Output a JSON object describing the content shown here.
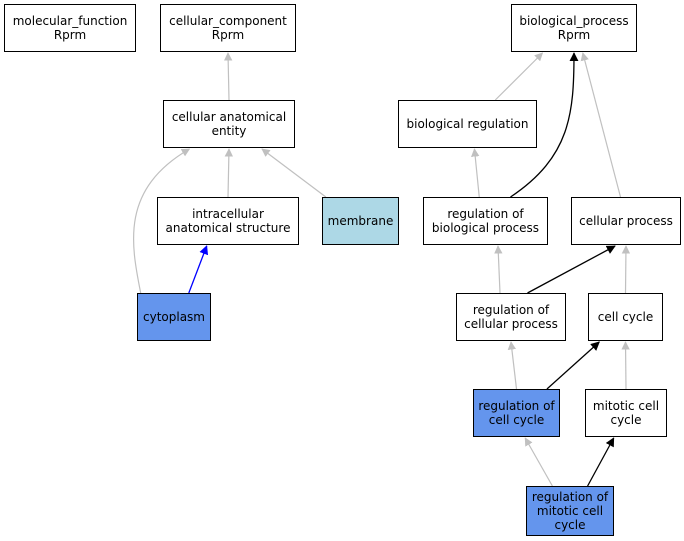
{
  "colors": {
    "node_default": "#ffffff",
    "node_highlight": "#6495ed",
    "node_light": "#add8e6",
    "edge_gray": "#c0c0c0",
    "edge_black": "#000000",
    "edge_blue": "#0000ff"
  },
  "nodes": {
    "molecular_function": {
      "label": "molecular_function\nRprm",
      "fill": "default"
    },
    "cellular_component": {
      "label": "cellular_component\nRprm",
      "fill": "default"
    },
    "biological_process": {
      "label": "biological_process\nRprm",
      "fill": "default"
    },
    "cellular_anatomical_entity": {
      "label": "cellular anatomical\nentity",
      "fill": "default"
    },
    "biological_regulation": {
      "label": "biological regulation",
      "fill": "default"
    },
    "intracellular_anatomical_structure": {
      "label": "intracellular\nanatomical structure",
      "fill": "default"
    },
    "membrane": {
      "label": "membrane",
      "fill": "light"
    },
    "regulation_of_biological_process": {
      "label": "regulation of\nbiological process",
      "fill": "default"
    },
    "cellular_process": {
      "label": "cellular process",
      "fill": "default"
    },
    "cytoplasm": {
      "label": "cytoplasm",
      "fill": "highlight"
    },
    "regulation_of_cellular_process": {
      "label": "regulation of\ncellular process",
      "fill": "default"
    },
    "cell_cycle": {
      "label": "cell cycle",
      "fill": "default"
    },
    "regulation_of_cell_cycle": {
      "label": "regulation of\ncell cycle",
      "fill": "highlight"
    },
    "mitotic_cell_cycle": {
      "label": "mitotic cell\ncycle",
      "fill": "default"
    },
    "regulation_of_mitotic_cell_cycle": {
      "label": "regulation of\nmitotic cell\ncycle",
      "fill": "highlight"
    }
  },
  "edges": [
    {
      "from": "cellular_anatomical_entity",
      "to": "cellular_component",
      "color": "gray"
    },
    {
      "from": "intracellular_anatomical_structure",
      "to": "cellular_anatomical_entity",
      "color": "gray"
    },
    {
      "from": "membrane",
      "to": "cellular_anatomical_entity",
      "color": "gray"
    },
    {
      "from": "cytoplasm",
      "to": "cellular_anatomical_entity",
      "color": "gray"
    },
    {
      "from": "cytoplasm",
      "to": "intracellular_anatomical_structure",
      "color": "blue"
    },
    {
      "from": "biological_regulation",
      "to": "biological_process",
      "color": "gray"
    },
    {
      "from": "regulation_of_biological_process",
      "to": "biological_regulation",
      "color": "gray"
    },
    {
      "from": "regulation_of_biological_process",
      "to": "biological_process",
      "color": "black"
    },
    {
      "from": "cellular_process",
      "to": "biological_process",
      "color": "gray"
    },
    {
      "from": "regulation_of_cellular_process",
      "to": "regulation_of_biological_process",
      "color": "gray"
    },
    {
      "from": "regulation_of_cellular_process",
      "to": "cellular_process",
      "color": "black"
    },
    {
      "from": "cell_cycle",
      "to": "cellular_process",
      "color": "gray"
    },
    {
      "from": "regulation_of_cell_cycle",
      "to": "regulation_of_cellular_process",
      "color": "gray"
    },
    {
      "from": "regulation_of_cell_cycle",
      "to": "cell_cycle",
      "color": "black"
    },
    {
      "from": "mitotic_cell_cycle",
      "to": "cell_cycle",
      "color": "gray"
    },
    {
      "from": "regulation_of_mitotic_cell_cycle",
      "to": "regulation_of_cell_cycle",
      "color": "gray"
    },
    {
      "from": "regulation_of_mitotic_cell_cycle",
      "to": "mitotic_cell_cycle",
      "color": "black"
    }
  ]
}
